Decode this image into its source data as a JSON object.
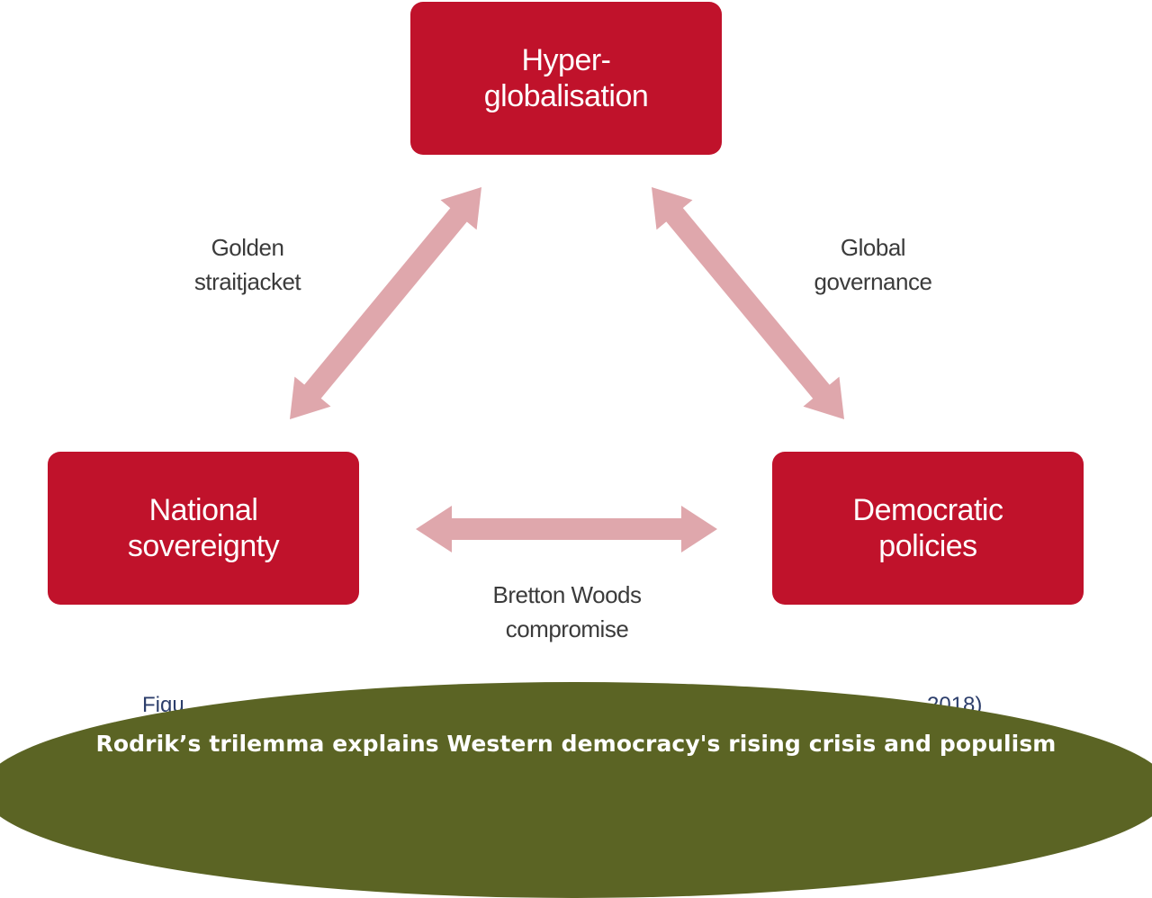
{
  "colors": {
    "box": "#c0122b",
    "arrow": "#dfa7ac",
    "banner": "#5b6424",
    "banner_text": "#ffffff"
  },
  "nodes": {
    "top": {
      "lines": [
        "Hyper-",
        "globalisation"
      ]
    },
    "left": {
      "lines": [
        "National",
        "sovereignty"
      ]
    },
    "right": {
      "lines": [
        "Democratic",
        "policies"
      ]
    }
  },
  "edges": {
    "left": {
      "lines": [
        "Golden",
        "straitjacket"
      ]
    },
    "right": {
      "lines": [
        "Global",
        "governance"
      ]
    },
    "bottom": {
      "lines": [
        "Bretton Woods",
        "compromise"
      ]
    }
  },
  "caption": {
    "left_fragment": "Figu",
    "right_fragment": "2018)"
  },
  "banner": {
    "title": "Rodrik’s trilemma explains Western democracy's rising crisis and populism"
  }
}
